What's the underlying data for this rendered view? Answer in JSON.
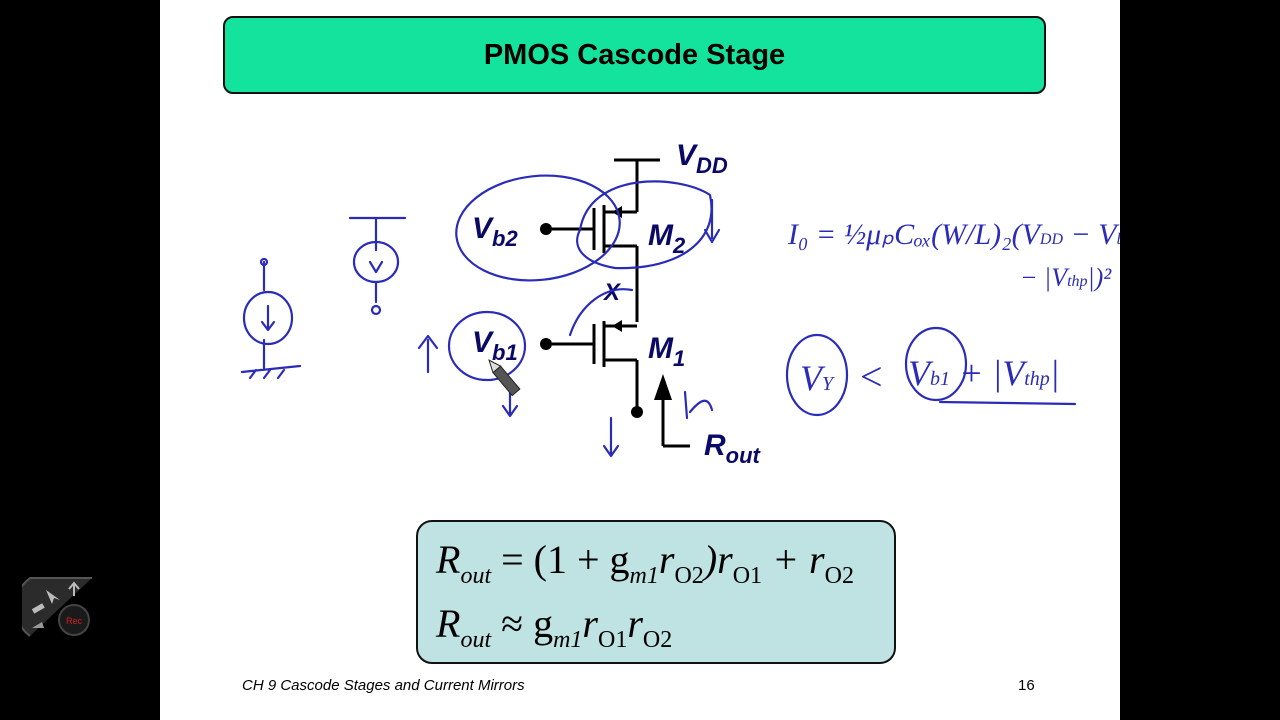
{
  "slide": {
    "title": "PMOS Cascode Stage",
    "footer_chapter": "CH 9  Cascode Stages and Current Mirrors",
    "page_number": "16"
  },
  "circuit": {
    "vdd": "V",
    "vdd_sub": "DD",
    "vb2": "V",
    "vb2_sub": "b2",
    "vb1": "V",
    "vb1_sub": "b1",
    "m2": "M",
    "m2_sub": "2",
    "m1": "M",
    "m1_sub": "1",
    "node_x": "X",
    "rout": "R",
    "rout_sub": "out"
  },
  "formulas": {
    "eq1": {
      "lhs": "R",
      "lhs_sub": "out",
      "rhs": "= (1 + g",
      "gm_sub": "m1",
      "r1": "r",
      "r1_sub": "O2",
      "r2": ")r",
      "r2_sub": "O1",
      "plus": " + r",
      "r3_sub": "O2"
    },
    "eq2": {
      "lhs": "R",
      "lhs_sub": "out",
      "approx": " ≈ g",
      "gm_sub": "m1",
      "r1": "r",
      "r1_sub": "O1",
      "r2": "r",
      "r2_sub": "O2"
    }
  },
  "recorder": {
    "label": "Rec",
    "accent": "#d32020"
  },
  "colors": {
    "title_bg": "#14e39d",
    "formula_bg": "#bfe2e2",
    "ink": "#2a2cb8"
  }
}
